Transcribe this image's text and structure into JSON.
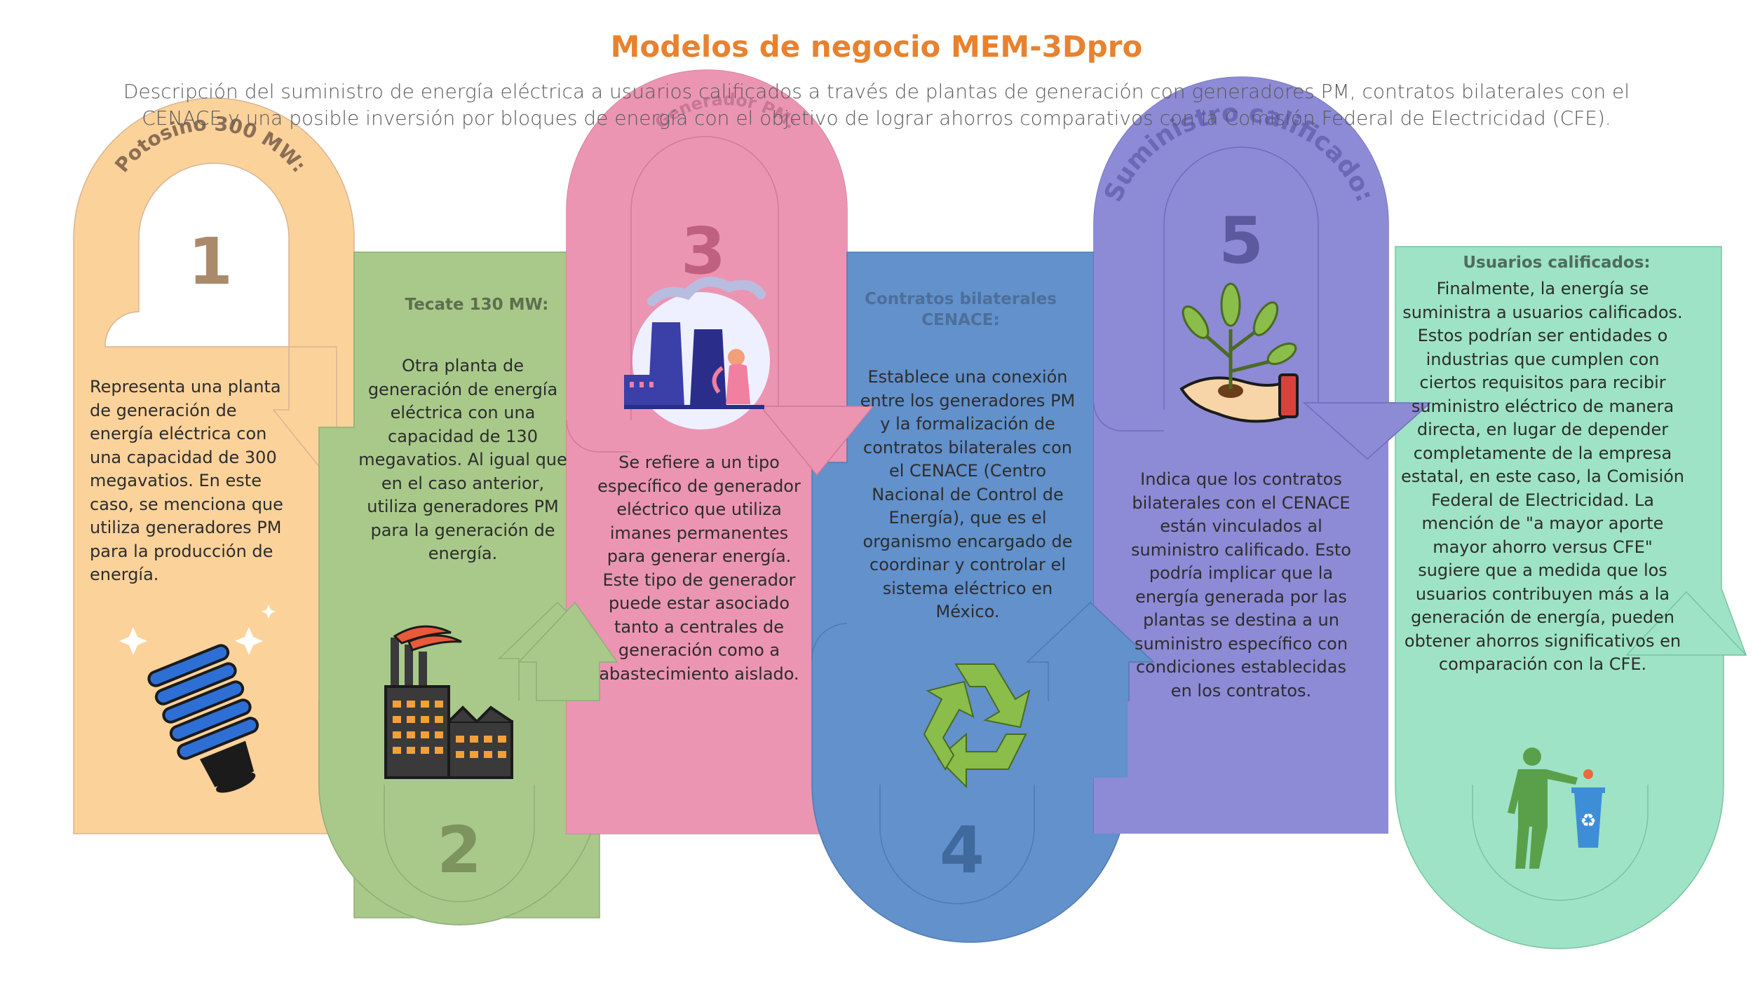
{
  "title": "Modelos de negocio MEM-3Dpro",
  "subtitle": "Descripción del suministro de energía eléctrica a usuarios calificados a través de plantas de generación con generadores PM, contratos bilaterales con el CENACE y una posible inversión por bloques de energía con el objetivo de lograr ahorros comparativos con la Comisión Federal de Electricidad (CFE).",
  "steps": [
    {
      "number": "1",
      "heading": "Potosino 300 MW:",
      "text": "Representa una planta de generación de energía eléctrica con una capacidad de 300 megavatios. En este caso, se menciona que utiliza generadores PM para la producción de energía.",
      "color": "#fcd29b",
      "icon": "light-bulb-icon"
    },
    {
      "number": "2",
      "heading": "Tecate 130 MW:",
      "text": "Otra planta de generación de energía eléctrica con una capacidad de 130 megavatios. Al igual que en el caso anterior, utiliza generadores PM para la generación de energía.",
      "color": "#a9c98b",
      "icon": "factory-icon"
    },
    {
      "number": "3",
      "heading": "Generador PM:",
      "text": "Se refiere a un tipo específico de generador eléctrico que utiliza imanes permanentes para generar energía. Este tipo de generador puede estar asociado tanto a centrales de generación como a abastecimiento aislado.",
      "color": "#eb95b3",
      "icon": "power-plant-icon"
    },
    {
      "number": "4",
      "heading": "Contratos bilaterales CENACE:",
      "text": "Establece una conexión entre los generadores PM y la formalización de contratos bilaterales con el CENACE (Centro Nacional de Control de Energía), que es el organismo encargado de coordinar y controlar el sistema eléctrico en México.",
      "color": "#6291cc",
      "icon": "recycle-icon"
    },
    {
      "number": "5",
      "heading": "Suministro calificado:",
      "text": "Indica que los contratos bilaterales con el CENACE están vinculados al suministro calificado. Esto podría implicar que la energía generada por las plantas se destina a un suministro específico con condiciones establecidas en los contratos.",
      "color": "#8d8ad6",
      "icon": "plant-in-hand-icon"
    },
    {
      "number": "",
      "heading": "Usuarios calificados:",
      "text": "Finalmente, la energía se suministra a usuarios calificados. Estos podrían ser entidades o industrias que cumplen con ciertos requisitos para recibir suministro eléctrico de manera directa, en lugar de depender completamente de la empresa estatal, en este caso, la Comisión Federal de Electricidad. La mención de \"a mayor aporte mayor ahorro versus CFE\" sugiere que a medida que los usuarios contribuyen más a la generación de energía, pueden obtener ahorros significativos en comparación con la CFE.",
      "color": "#9ee3c5",
      "icon": "person-recycling-icon"
    }
  ]
}
